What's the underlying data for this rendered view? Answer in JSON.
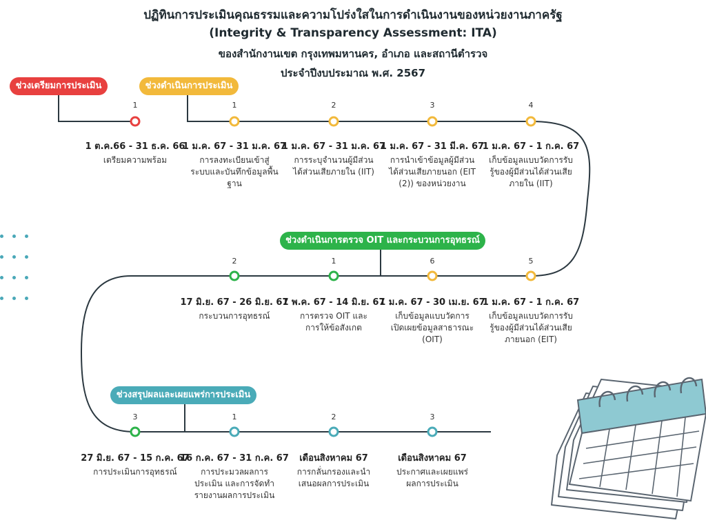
{
  "header": {
    "line1": "ปฏิทินการประเมินคุณธรรมและความโปร่งใสในการดำเนินงานของหน่วยงานภาครัฐ",
    "line2": "(Integrity & Transparency Assessment: ITA)",
    "line3": "ของสำนักงานเขต กรุงเทพมหานคร, อำเภอ และสถานีตำรวจ",
    "line4": "ประจำปีงบประมาณ พ.ศ. 2567"
  },
  "phases": {
    "prep": "ช่วงเตรียมการประเมิน",
    "operate": "ช่วงดำเนินการประเมิน",
    "audit": "ช่วงดำเนินการตรวจ OIT และกระบวนการอุทธรณ์",
    "summary": "ช่วงสรุปผลและเผยแพร่การประเมิน"
  },
  "row1": [
    {
      "num": "1",
      "date": "1 ต.ค.66 - 31 ธ.ค. 66",
      "desc": "เตรียมความพร้อม"
    },
    {
      "num": "1",
      "date": "1 ม.ค. 67 - 31 ม.ค. 67",
      "desc": "การลงทะเบียนเข้าสู่ระบบและบันทึกข้อมูลพื้นฐาน"
    },
    {
      "num": "2",
      "date": "1 ม.ค. 67 - 31 ม.ค. 67",
      "desc": "การระบุจำนวนผู้มีส่วนได้ส่วนเสียภายใน (IIT)"
    },
    {
      "num": "3",
      "date": "1 ม.ค. 67 - 31 มี.ค. 67",
      "desc": "การนำเข้าข้อมูลผู้มีส่วนได้ส่วนเสียภายนอก (EIT (2)) ของหน่วยงาน"
    },
    {
      "num": "4",
      "date": "1 ม.ค. 67 - 1 ก.ค. 67",
      "desc": "เก็บข้อมูลแบบวัดการรับรู้ของผู้มีส่วนได้ส่วนเสียภายใน (IIT)"
    }
  ],
  "row2": [
    {
      "num": "2",
      "date": "17 มิ.ย. 67 - 26 มิ.ย. 67",
      "desc": "กระบวนการอุทธรณ์"
    },
    {
      "num": "1",
      "date": "1 พ.ค. 67 - 14 มิ.ย. 67",
      "desc": "การตรวจ OIT และการให้ข้อสังเกต"
    },
    {
      "num": "6",
      "date": "1 ม.ค. 67 - 30 เม.ย. 67",
      "desc": "เก็บข้อมูลแบบวัดการเปิดเผยข้อมูลสาธารณะ (OIT)"
    },
    {
      "num": "5",
      "date": "1 ม.ค. 67 - 1 ก.ค. 67",
      "desc": "เก็บข้อมูลแบบวัดการรับรู้ของผู้มีส่วนได้ส่วนเสียภายนอก (EIT)"
    }
  ],
  "row3": [
    {
      "num": "3",
      "date": "27 มิ.ย. 67 - 15 ก.ค. 67",
      "desc": "การประเมินการอุทธรณ์"
    },
    {
      "num": "1",
      "date": "16 ก.ค. 67 - 31 ก.ค. 67",
      "desc": "การประมวลผลการประเมิน และการจัดทำรายงานผลการประเมิน"
    },
    {
      "num": "2",
      "date": "เดือนสิงหาคม 67",
      "desc": "การกลั่นกรองและนำเสนอผลการประเมิน"
    },
    {
      "num": "3",
      "date": "เดือนสิงหาคม 67",
      "desc": "ประกาศและเผยแพร่ผลการประเมิน"
    }
  ],
  "colors": {
    "red": "#e8403f",
    "yellow": "#f2b93b",
    "green": "#2db34a",
    "teal": "#4aabb8",
    "line": "#2b3840"
  },
  "icons": {
    "calendar": "calendar-icon",
    "dots": "dot-grid-decoration"
  }
}
